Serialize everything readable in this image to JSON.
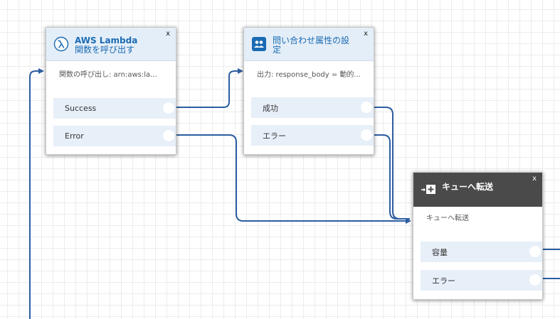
{
  "blocks": {
    "lambda": {
      "title_line1": "AWS Lambda",
      "title_line2": "関数を呼び出す",
      "close": "x",
      "description": "関数の呼び出し: arn:aws:la...",
      "branches": [
        "Success",
        "Error"
      ]
    },
    "set_attributes": {
      "title_line1": "問い合わせ属性の設",
      "title_line2": "定",
      "close": "x",
      "description": "出力: response_body = 動的...",
      "branches": [
        "成功",
        "エラー"
      ]
    },
    "transfer_queue": {
      "title": "キューへ転送",
      "close": "x",
      "description": "キューへ転送",
      "branches": [
        "容量",
        "エラー"
      ]
    }
  },
  "colors": {
    "wire": "#2c5da0",
    "header_light": "#e4eef8",
    "header_dark": "#4a4a4a",
    "title_blue": "#1a6bb3",
    "branch_bg": "#e7eff8"
  }
}
